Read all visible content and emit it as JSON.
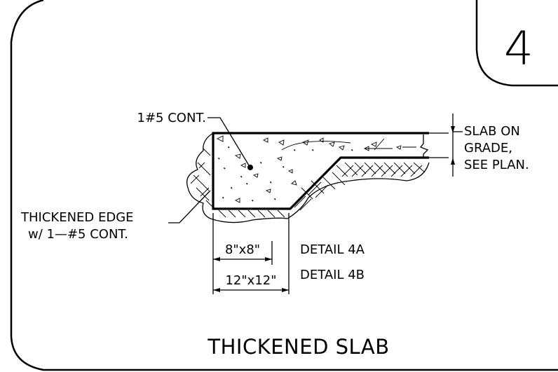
{
  "detail": {
    "number": "4",
    "title": "THICKENED SLAB"
  },
  "labels": {
    "rebar": "1#5 CONT.",
    "slab_line1": "SLAB ON",
    "slab_line2": "GRADE,",
    "slab_line3": "SEE PLAN.",
    "edge_line1": "THICKENED EDGE",
    "edge_line2": "w/ 1—#5 CONT."
  },
  "dimensions": [
    {
      "size": "8\"x8\"",
      "detail": "DETAIL 4A"
    },
    {
      "size": "12\"x12\"",
      "detail": "DETAIL 4B"
    }
  ]
}
